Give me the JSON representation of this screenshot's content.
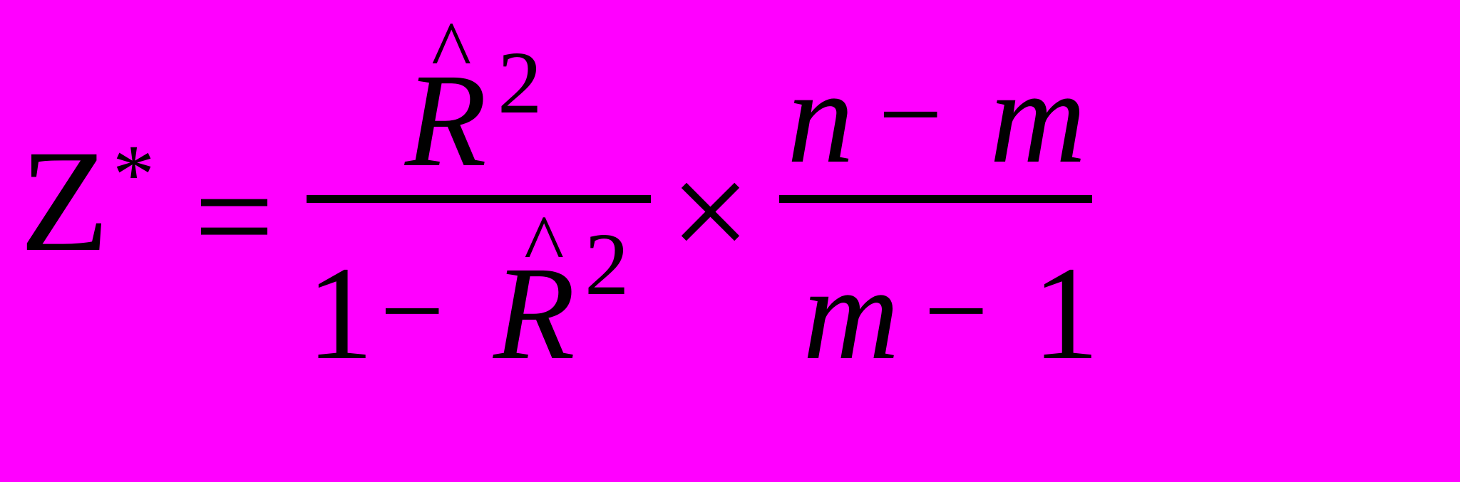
{
  "formula": {
    "lhs_symbol": "Z",
    "lhs_superscript": "*",
    "equals": "=",
    "frac1": {
      "numerator": {
        "symbol": "R",
        "hat": "^",
        "exponent": "2"
      },
      "denominator": {
        "one": "1",
        "minus": "−",
        "symbol": "R",
        "hat": "^",
        "exponent": "2"
      }
    },
    "times": "×",
    "frac2": {
      "numerator": {
        "left": "n",
        "minus": "−",
        "right": "m"
      },
      "denominator": {
        "left": "m",
        "minus": "−",
        "right": "1"
      }
    }
  },
  "colors": {
    "background": "#FF00FF",
    "ink": "#000000"
  }
}
